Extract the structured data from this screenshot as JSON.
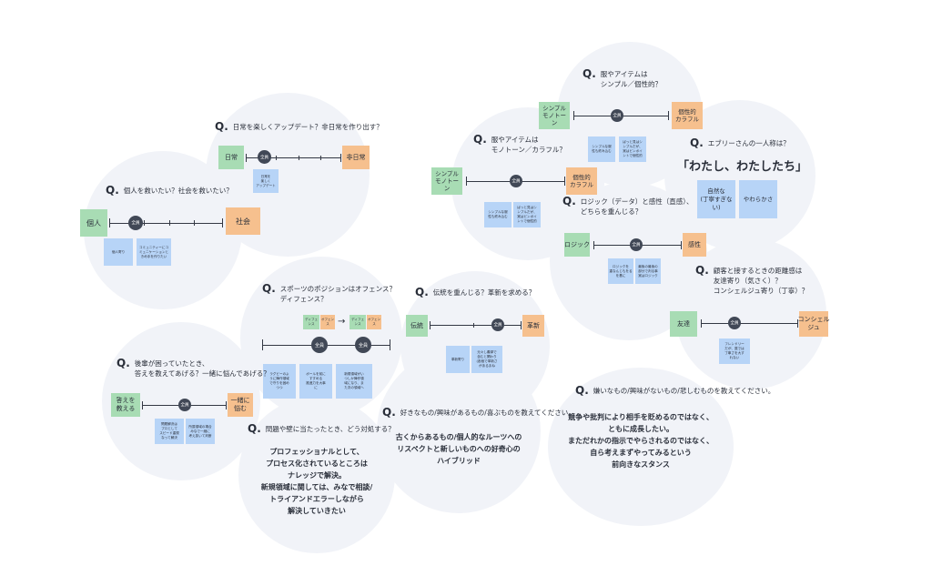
{
  "q_mark": "Q.",
  "individual_society": {
    "question": "個人を救いたい？社会を救いたい？",
    "left": "個人",
    "right": "社会",
    "dot": "全員",
    "notes": [
      "個人寄り",
      "コミュニティーにコ\nミュニケーションと\nきめ手を作りたい"
    ]
  },
  "daily": {
    "question": "日常を楽しくアップデート？非日常を作り出す？",
    "left": "日常",
    "right": "非日常",
    "dot": "全員",
    "notes": [
      "日常を\n楽しく\nアップデート"
    ]
  },
  "sports": {
    "question": "スポーツのポジションはオフェンス？\nディフェンス？",
    "mini": [
      "ディフェ\nンス",
      "オフェン\nス",
      "ディフェ\nンス",
      "オフェン\nス"
    ],
    "arrow": "→",
    "dots": [
      "全員",
      "全員"
    ],
    "notes": [
      "ラグビーのよ\nうに陣作領域\nで守りを固め\nつつ",
      "ボールを前に\nすすめる\n推進力を大事\nに",
      "新規領域がい\nつしか陣作領\n域になり、ま\nた次の領域へ"
    ]
  },
  "junior": {
    "question": "後輩が困っていたとき、\n答えを教えてあげる？一緒に悩んであげる？",
    "left": "答えを\n教える",
    "right": "一緒に\n悩む",
    "dot": "全員",
    "notes": [
      "問題解決は\nプロとして\nスピード重視\nなって解決",
      "所属領域の場合\nみなで一緒に\n考え抜いて判断"
    ]
  },
  "problem": {
    "question": "問題や壁に当たったとき、どう対処する？",
    "answer": "プロフェッショナルとして、\nプロセス化されているところは\nナレッジで解決。\n新規領域に関しては、みなで相談/\nトライアンドエラーしながら\n解決していきたい"
  },
  "tradition": {
    "question": "伝統を重んじる？革新を求める？",
    "left": "伝統",
    "right": "革新",
    "dot": "全員",
    "notes": [
      "革新寄り",
      "元々し義挙で\n含むと関わり\n(各個で革新さ\nがあるまね"
    ]
  },
  "likes": {
    "question": "好きなもの/興味があるもの/喜ぶものを教えてください。",
    "answer": "古くからあるもの/個人的なルーツへの\nリスペクトと新しいものへの好奇心の\nハイブリッド"
  },
  "clothes1": {
    "question": "服やアイテムは\nモノトーン／カラフル？",
    "left": "シンプル\nモノトー\nン",
    "right": "個性的\nカラフル",
    "dot": "全員",
    "notes": [
      "シンプルな服\n性も終み込む",
      "ぱっと見はシ\nンプルだが、\n実はビンポイ\nントで個性的"
    ]
  },
  "clothes2": {
    "question": "服やアイテムは\nシンプル／個性的？",
    "left": "シンプル\nモノトー\nン",
    "right": "個性的\nカラフル",
    "dot": "全員",
    "notes": [
      "シンプルな服\n性も終み込む",
      "ぱっと見はシ\nンプルだが、\n実はビンポイ\nントで個性的"
    ]
  },
  "nickname": {
    "question": "エブリーさんの一人称は？",
    "answer": "「わたし、わたしたち」",
    "notes": [
      "自然な\n(丁寧すぎな\nい)",
      "やわらかさ"
    ]
  },
  "logic": {
    "question": "ロジック（データ）と感性（直感）、\nどちらを重んじる？",
    "left": "ロジック",
    "right": "感性",
    "dot": "全員",
    "notes": [
      "ロジックを\n重なんじもをる\nを基に",
      "最後の最後の\n部分で判る事\n実はロジック"
    ]
  },
  "distance": {
    "question": "顧客と接するときの距離感は\n友達寄り（気さく）？\nコンシェルジュ寄り（丁寧）？",
    "left": "友達",
    "right": "コンシェル\nジュ",
    "dot": "全員",
    "notes": [
      "フレンドリー\nだが、属では\n丁寧さを大す\nれない"
    ]
  },
  "dislike": {
    "question": "嫌いなもの/興味がないもの/悲しむものを教えてください。",
    "answer": "競争や批判により相手を貶めるのではなく、\nともに成長したい。\nまただれかの指示でやらされるのではなく、\n自ら考えまずやってみるという\n前向きなスタンス"
  }
}
